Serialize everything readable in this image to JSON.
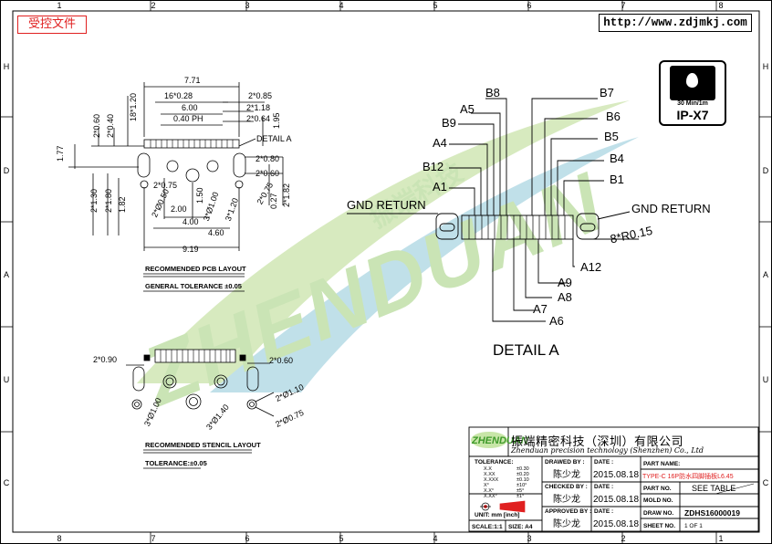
{
  "stamp": "受控文件",
  "url": "http://www.zdjmkj.com",
  "badge": {
    "depth": "30 Min/1m",
    "rating": "IP-X7"
  },
  "watermark": {
    "text": "ZHENDUAN",
    "cn": "振端科技"
  },
  "grid": {
    "cols_top": [
      "1",
      "2",
      "3",
      "4",
      "5",
      "6",
      "7",
      "8"
    ],
    "cols_bottom": [
      "8",
      "7",
      "6",
      "5",
      "4",
      "3",
      "2",
      "1"
    ],
    "rows_left": [
      "H",
      "D",
      "A",
      "U",
      "C"
    ],
    "rows_right": [
      "H",
      "D",
      "A",
      "U",
      "C"
    ]
  },
  "pcb": {
    "dims": {
      "w771": "7.71",
      "p16x028": "16*0.28",
      "w600": "6.00",
      "ph": "0.40 PH",
      "p18x120": "18*1.20",
      "p2x085": "2*0.85",
      "p2x118": "2*1.18",
      "p2x064": "2*0.64",
      "p2x060": "2*0.60",
      "p2x040": "2*0.40",
      "d195": "1.95",
      "d177": "1.77",
      "detail": "DETAIL A",
      "p2x080": "2*0.80",
      "p2x060b": "2*0.60",
      "p2x075": "2*0.75",
      "p2xphi050": "2*Ø0.50",
      "p3xphi100": "3*Ø1.00",
      "p3x120": "3*1.20",
      "p2x075b": "2*0.75",
      "d027": "0.27",
      "p2x182": "2*1.82",
      "p2x130": "2*1.30",
      "p2x180": "2*1.80",
      "d182": "1.82",
      "d200": "2.00",
      "d150": "1.50",
      "d400": "4.00",
      "d460": "4.60",
      "d919": "9.19"
    },
    "title": "RECOMMENDED PCB LAYOUT",
    "tolerance": "GENERAL TOLERANCE ±0.05"
  },
  "stencil": {
    "dims": {
      "p2x090": "2*0.90",
      "p2x060": "2*0.60",
      "p2xphi110": "2*Ø1.10",
      "p3xphi100": "3*Ø1.00",
      "p3xphi140": "3*Ø1.40",
      "p2xphi075": "2*Ø0.75"
    },
    "title": "RECOMMENDED STENCIL LAYOUT",
    "tolerance": "TOLERANCE:±0.05"
  },
  "detail": {
    "top_labels": [
      "B8",
      "B7",
      "A5",
      "B9",
      "B6",
      "A4",
      "B5",
      "B4",
      "B12",
      "B1",
      "A1"
    ],
    "gnd_left": "GND RETURN",
    "gnd_right": "GND RETURN",
    "radius": "8*R0.15",
    "bottom_labels": [
      "A12",
      "A9",
      "A8",
      "A7",
      "A6"
    ],
    "title": "DETAIL A"
  },
  "title_block": {
    "logo": "ZHENDUAN",
    "company_cn": "振端精密科技（深圳）有限公司",
    "company_en": "Zhenduan precision technology (Shenzhen) Co., Ltd",
    "tolerance_label": "TOLERANCE:",
    "tol_rows": [
      [
        "X.X",
        "±0.30"
      ],
      [
        "X.XX",
        "±0.20"
      ],
      [
        "X.XXX",
        "±0.10"
      ],
      [
        "X°",
        "±10°"
      ],
      [
        "X.X°",
        "±5°"
      ],
      [
        "X.XX°",
        "±1°"
      ]
    ],
    "unit": "UNIT: mm [inch]",
    "scale": "SCALE:1:1",
    "size": "SIZE: A4",
    "drawn_by": "DRAWED BY :",
    "checked_by": "CHECKED BY :",
    "approved_by": "APPROVED BY :",
    "signer": "陈少龙",
    "date_label": "DATE :",
    "date": "2015.08.18",
    "part_name_label": "PART NAME:",
    "part_name": "TYPE-C 16P防水四脚插板L6.45",
    "part_no_label": "PART NO.",
    "part_no": "SEE TABLE",
    "mold_no_label": "MOLD NO.",
    "draw_no_label": "DRAW NO.",
    "draw_no": "ZDHS16000019",
    "sheet_no_label": "SHEET NO.",
    "sheet_no": "1 OF 1"
  }
}
